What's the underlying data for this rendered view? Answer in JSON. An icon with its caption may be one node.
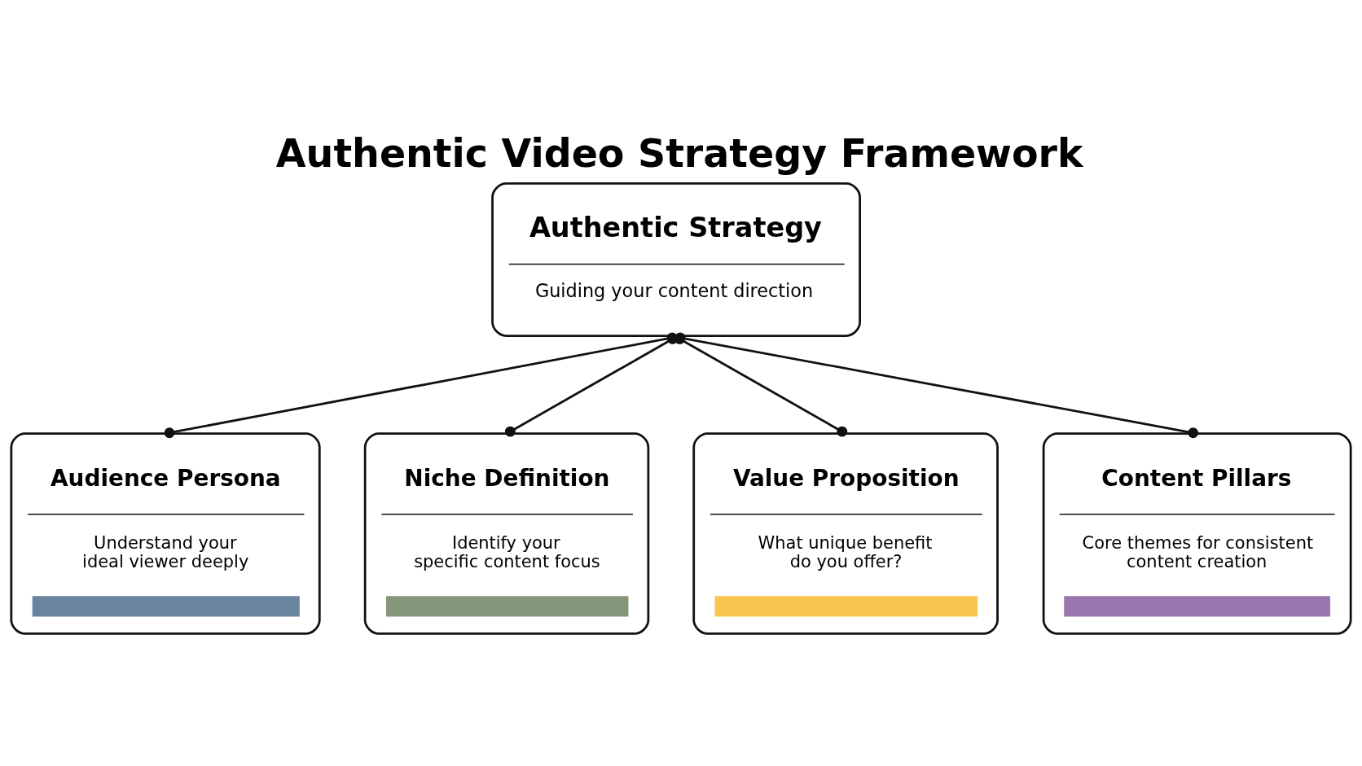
{
  "diagram": {
    "title": "Authentic Video Strategy Framework",
    "nodes": [
      {
        "text": [
          "Authentic Strategy",
          "Guiding your content direction"
        ]
      },
      {
        "text": [
          "Audience Persona",
          "Understand your ideal viewer deeply"
        ]
      },
      {
        "text": [
          "Niche Definition",
          "Identify your specific content focus"
        ]
      },
      {
        "text": [
          "Value Proposition",
          "What unique benefit do you offer?"
        ]
      },
      {
        "text": [
          "Content Pillars",
          "Core themes for consistent content creation"
        ]
      }
    ],
    "edges": [
      {
        "from": 0,
        "to": 1,
        "arrow": "other"
      },
      {
        "from": 0,
        "to": 2,
        "arrow": "other"
      },
      {
        "from": 0,
        "to": 3,
        "arrow": "other"
      },
      {
        "from": 0,
        "to": 4,
        "arrow": "other"
      }
    ]
  }
}
